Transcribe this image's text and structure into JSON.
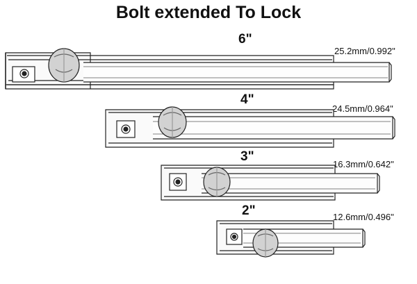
{
  "title": "Bolt extended To Lock",
  "bolts": [
    {
      "size": "6\"",
      "measurement": "25.2mm/0.992\""
    },
    {
      "size": "4\"",
      "measurement": "24.5mm/0.964\""
    },
    {
      "size": "3\"",
      "measurement": "16.3mm/0.642\""
    },
    {
      "size": "2\"",
      "measurement": "12.6mm/0.496\""
    }
  ],
  "colors": {
    "line": "#222222",
    "shade": "#9a9a9a",
    "knob": "#c8c8c8"
  }
}
